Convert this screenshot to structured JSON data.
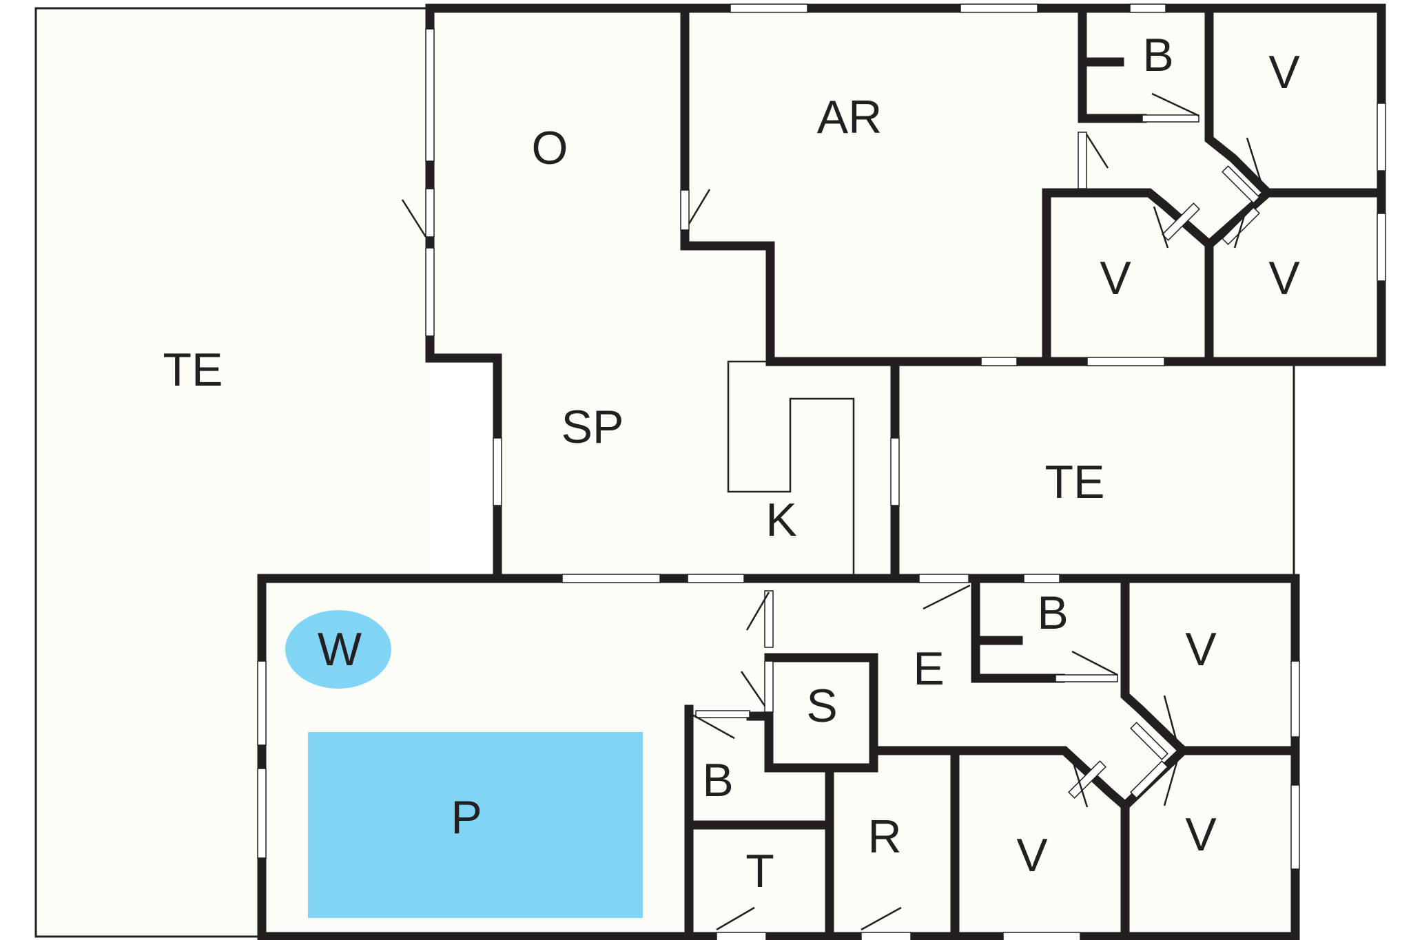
{
  "colors": {
    "background": "#ffffff",
    "floor": "#fdfdf8",
    "wall": "#231f20",
    "window": "#ffffff",
    "water": "#82d4f5"
  },
  "rooms": [
    {
      "key": "terrace_west",
      "label": "TE"
    },
    {
      "key": "room_o",
      "label": "O"
    },
    {
      "key": "room_ar",
      "label": "AR"
    },
    {
      "key": "bath_north",
      "label": "B"
    },
    {
      "key": "bedroom_ne",
      "label": "V"
    },
    {
      "key": "bedroom_n_center",
      "label": "V"
    },
    {
      "key": "bedroom_n_east",
      "label": "V"
    },
    {
      "key": "room_sp",
      "label": "SP"
    },
    {
      "key": "room_k",
      "label": "K"
    },
    {
      "key": "terrace_east",
      "label": "TE"
    },
    {
      "key": "hot_tub",
      "label": "W"
    },
    {
      "key": "pool",
      "label": "P"
    },
    {
      "key": "bath_south_entry",
      "label": "B"
    },
    {
      "key": "bedroom_se_upper",
      "label": "V"
    },
    {
      "key": "room_e",
      "label": "E"
    },
    {
      "key": "room_s",
      "label": "S"
    },
    {
      "key": "bath_south",
      "label": "B"
    },
    {
      "key": "room_r",
      "label": "R"
    },
    {
      "key": "room_t",
      "label": "T"
    },
    {
      "key": "bedroom_s_center",
      "label": "V"
    },
    {
      "key": "bedroom_s_east",
      "label": "V"
    }
  ]
}
